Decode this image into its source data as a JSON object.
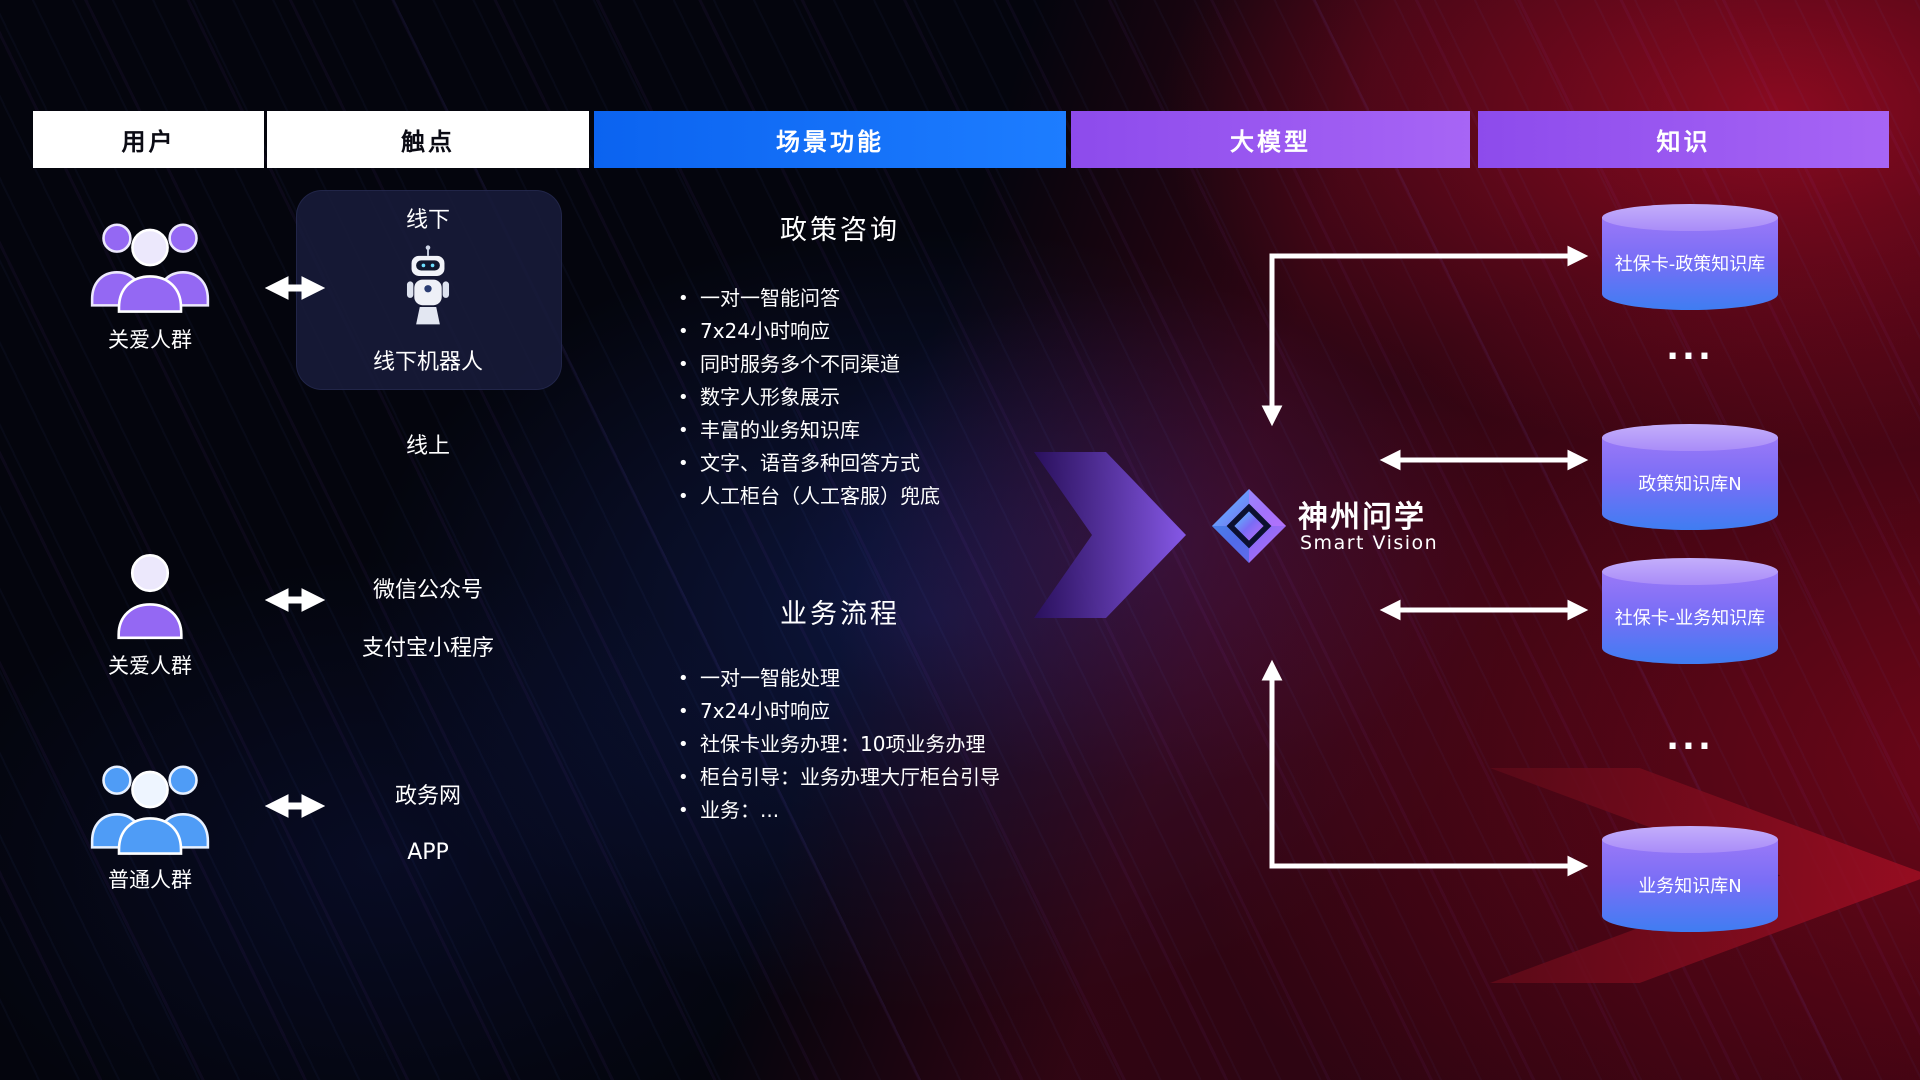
{
  "theme": {
    "bg": "#04050d",
    "header_blue": "#0b63f0",
    "header_purple": "#9a55f2",
    "accent_purple": "#8b5cf6",
    "accent_blue": "#4d9af5",
    "cylinder_top": "#c4aefb",
    "cylinder_body_bottom": "#3f7df2",
    "arrow_white": "#ffffff",
    "red_glow": "#a80f24"
  },
  "icons": {
    "care_group": "people-group-icon",
    "single_user": "person-icon",
    "general_group": "people-group-icon",
    "offline_robot": "robot-icon",
    "model_logo": "diamond-logo-icon",
    "exchange": "double-headed-arrow-icon",
    "flow": "right-arrow-icon"
  },
  "header": {
    "columns": [
      {
        "label": "用户"
      },
      {
        "label": "触点"
      },
      {
        "label": "场景功能"
      },
      {
        "label": "大模型"
      },
      {
        "label": "知识"
      }
    ]
  },
  "users": [
    {
      "label": "关爱人群"
    },
    {
      "label": "关爱人群"
    },
    {
      "label": "普通人群"
    }
  ],
  "touchpoints": {
    "offline": {
      "title": "线下",
      "caption": "线下机器人"
    },
    "online_label": "线上",
    "wechat": "微信公众号",
    "alipay": "支付宝小程序",
    "gov": "政务网",
    "app": "APP"
  },
  "scenarios": [
    {
      "title": "政策咨询",
      "items": [
        "一对一智能问答",
        "7x24小时响应",
        "同时服务多个不同渠道",
        "数字人形象展示",
        "丰富的业务知识库",
        "文字、语音多种回答方式",
        "人工柜台（人工客服）兜底"
      ]
    },
    {
      "title": "业务流程",
      "items": [
        "一对一智能处理",
        "7x24小时响应",
        "社保卡业务办理：10项业务办理",
        "柜台引导：业务办理大厅柜台引导",
        "业务：..."
      ]
    }
  ],
  "model": {
    "name": "神州问学",
    "subtitle": "Smart Vision"
  },
  "knowledge": {
    "db1": "社保卡-政策知识库",
    "dots1": "...",
    "db2": "政策知识库N",
    "db3": "社保卡-业务知识库",
    "dots2": "...",
    "db4": "业务知识库N"
  }
}
